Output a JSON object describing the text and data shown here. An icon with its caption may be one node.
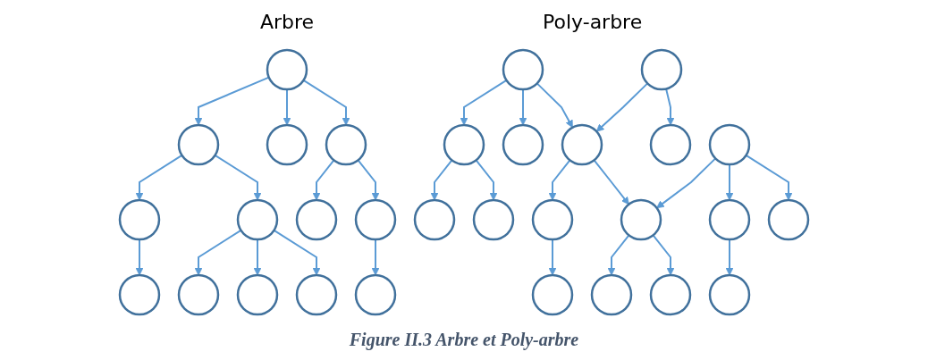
{
  "diagram": {
    "caption": "Figure II.3 Arbre et Poly-arbre",
    "nodes": [
      {
        "text": [],
        "shape": "circle"
      },
      {
        "text": [],
        "shape": "circle"
      },
      {
        "text": [],
        "shape": "circle"
      },
      {
        "text": [],
        "shape": "circle"
      },
      {
        "text": [],
        "shape": "circle"
      },
      {
        "text": [],
        "shape": "circle"
      },
      {
        "text": [],
        "shape": "circle"
      },
      {
        "text": [],
        "shape": "circle"
      },
      {
        "text": [],
        "shape": "circle"
      },
      {
        "text": [],
        "shape": "circle"
      },
      {
        "text": [],
        "shape": "circle"
      },
      {
        "text": [],
        "shape": "circle"
      },
      {
        "text": [],
        "shape": "circle"
      },
      {
        "text": [],
        "shape": "circle"
      },
      {
        "text": [],
        "shape": "circle"
      },
      {
        "text": [],
        "shape": "circle"
      },
      {
        "text": [],
        "shape": "circle"
      },
      {
        "text": [],
        "shape": "circle"
      },
      {
        "text": [],
        "shape": "circle"
      },
      {
        "text": [],
        "shape": "circle"
      },
      {
        "text": [],
        "shape": "circle"
      },
      {
        "text": [],
        "shape": "circle"
      },
      {
        "text": [],
        "shape": "circle"
      },
      {
        "text": [],
        "shape": "circle"
      },
      {
        "text": [],
        "shape": "circle"
      },
      {
        "text": [],
        "shape": "circle"
      },
      {
        "text": [],
        "shape": "circle"
      },
      {
        "text": [],
        "shape": "circle"
      },
      {
        "text": [],
        "shape": "circle"
      },
      {
        "text": [],
        "shape": "circle"
      }
    ],
    "edges": [
      {
        "from": 0,
        "to": 1,
        "arrow": "to"
      },
      {
        "from": 0,
        "to": 2,
        "arrow": "to"
      },
      {
        "from": 0,
        "to": 3,
        "arrow": "to"
      },
      {
        "from": 1,
        "to": 4,
        "arrow": "to"
      },
      {
        "from": 1,
        "to": 5,
        "arrow": "to"
      },
      {
        "from": 3,
        "to": 6,
        "arrow": "to"
      },
      {
        "from": 3,
        "to": 7,
        "arrow": "to"
      },
      {
        "from": 4,
        "to": 8,
        "arrow": "to"
      },
      {
        "from": 5,
        "to": 9,
        "arrow": "to"
      },
      {
        "from": 5,
        "to": 10,
        "arrow": "to"
      },
      {
        "from": 5,
        "to": 11,
        "arrow": "to"
      },
      {
        "from": 7,
        "to": 12,
        "arrow": "to"
      },
      {
        "from": 13,
        "to": 15,
        "arrow": "to"
      },
      {
        "from": 13,
        "to": 16,
        "arrow": "to"
      },
      {
        "from": 13,
        "to": 17,
        "arrow": "to"
      },
      {
        "from": 14,
        "to": 17,
        "arrow": "to"
      },
      {
        "from": 14,
        "to": 18,
        "arrow": "to"
      },
      {
        "from": 15,
        "to": 20,
        "arrow": "to"
      },
      {
        "from": 15,
        "to": 21,
        "arrow": "to"
      },
      {
        "from": 17,
        "to": 22,
        "arrow": "to"
      },
      {
        "from": 17,
        "to": 23,
        "arrow": "to"
      },
      {
        "from": 19,
        "to": 23,
        "arrow": "to"
      },
      {
        "from": 19,
        "to": 24,
        "arrow": "to"
      },
      {
        "from": 19,
        "to": 25,
        "arrow": "to"
      },
      {
        "from": 22,
        "to": 26,
        "arrow": "to"
      },
      {
        "from": 23,
        "to": 27,
        "arrow": "to"
      },
      {
        "from": 23,
        "to": 28,
        "arrow": "to"
      },
      {
        "from": 24,
        "to": 29,
        "arrow": "to"
      }
    ],
    "labels": [
      "Arbre",
      "Poly-arbre"
    ]
  }
}
